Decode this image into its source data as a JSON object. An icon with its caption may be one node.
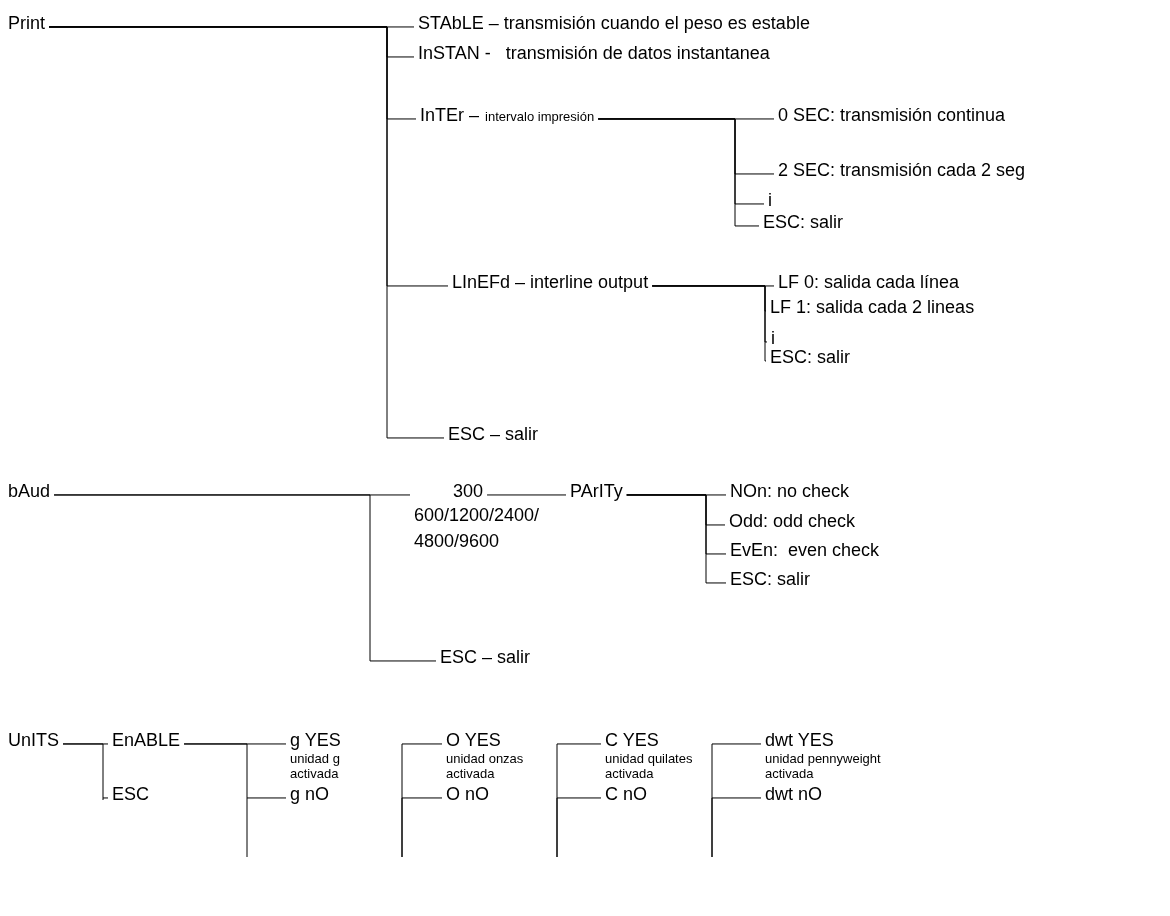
{
  "diagram": {
    "nodes": [
      {
        "text": [
          "Print"
        ]
      },
      {
        "text": [
          "STAbLE – transmisión cuando el peso es estable"
        ]
      },
      {
        "text": [
          "InSTAN -   transmisión de datos instantanea"
        ]
      },
      {
        "text": [
          "InTEr –",
          "intervalo impresión"
        ]
      },
      {
        "text": [
          "0 SEC: transmisión continua"
        ]
      },
      {
        "text": [
          "2 SEC: transmisión cada 2 seg"
        ]
      },
      {
        "text": [
          "i"
        ]
      },
      {
        "text": [
          "ESC: salir"
        ]
      },
      {
        "text": [
          "LInEFd – interline output"
        ]
      },
      {
        "text": [
          "LF 0: salida cada línea"
        ]
      },
      {
        "text": [
          "LF 1: salida cada 2 lineas"
        ]
      },
      {
        "text": [
          "i"
        ]
      },
      {
        "text": [
          "ESC: salir"
        ]
      },
      {
        "text": [
          "ESC – salir"
        ]
      },
      {
        "text": [
          "bAud"
        ]
      },
      {
        "text": [
          "300",
          "600/1200/2400/ 4800/9600"
        ]
      },
      {
        "text": [
          "PArITy"
        ]
      },
      {
        "text": [
          "NOn: no check"
        ]
      },
      {
        "text": [
          "Odd: odd check"
        ]
      },
      {
        "text": [
          "EvEn:  even check"
        ]
      },
      {
        "text": [
          "ESC: salir"
        ]
      },
      {
        "text": [
          "ESC – salir"
        ]
      },
      {
        "text": [
          "UnITS"
        ]
      },
      {
        "text": [
          "EnABLE"
        ]
      },
      {
        "text": [
          "ESC"
        ]
      },
      {
        "text": [
          "g YES",
          "unidad g activada"
        ]
      },
      {
        "text": [
          "g nO"
        ]
      },
      {
        "text": [
          "O YES",
          "unidad onzas activada"
        ]
      },
      {
        "text": [
          "O nO"
        ]
      },
      {
        "text": [
          "C YES",
          "unidad quilates activada"
        ]
      },
      {
        "text": [
          "C nO"
        ]
      },
      {
        "text": [
          "dwt YES",
          "unidad pennyweight activada"
        ]
      },
      {
        "text": [
          "dwt nO"
        ]
      }
    ],
    "edges": [
      {
        "from": 0,
        "to": 1,
        "arrow": "none"
      },
      {
        "from": 0,
        "to": 2,
        "arrow": "none"
      },
      {
        "from": 0,
        "to": 3,
        "arrow": "none"
      },
      {
        "from": 0,
        "to": 8,
        "arrow": "none"
      },
      {
        "from": 0,
        "to": 13,
        "arrow": "none"
      },
      {
        "from": 3,
        "to": 4,
        "arrow": "none"
      },
      {
        "from": 3,
        "to": 5,
        "arrow": "none"
      },
      {
        "from": 3,
        "to": 6,
        "arrow": "none"
      },
      {
        "from": 3,
        "to": 7,
        "arrow": "none"
      },
      {
        "from": 8,
        "to": 9,
        "arrow": "none"
      },
      {
        "from": 8,
        "to": 10,
        "arrow": "none"
      },
      {
        "from": 8,
        "to": 11,
        "arrow": "none"
      },
      {
        "from": 8,
        "to": 12,
        "arrow": "none"
      },
      {
        "from": 14,
        "to": 15,
        "arrow": "none"
      },
      {
        "from": 14,
        "to": 21,
        "arrow": "none"
      },
      {
        "from": 15,
        "to": 16,
        "arrow": "none"
      },
      {
        "from": 16,
        "to": 17,
        "arrow": "none"
      },
      {
        "from": 16,
        "to": 18,
        "arrow": "none"
      },
      {
        "from": 16,
        "to": 19,
        "arrow": "none"
      },
      {
        "from": 16,
        "to": 20,
        "arrow": "none"
      },
      {
        "from": 22,
        "to": 23,
        "arrow": "none"
      },
      {
        "from": 22,
        "to": 24,
        "arrow": "none"
      },
      {
        "from": 23,
        "to": 25,
        "arrow": "none"
      },
      {
        "from": 23,
        "to": 26,
        "arrow": "none"
      },
      {
        "from": null,
        "to": 27,
        "arrow": "none"
      },
      {
        "from": null,
        "to": 28,
        "arrow": "none"
      },
      {
        "from": null,
        "to": 29,
        "arrow": "none"
      },
      {
        "from": null,
        "to": 30,
        "arrow": "none"
      },
      {
        "from": null,
        "to": 31,
        "arrow": "none"
      },
      {
        "from": null,
        "to": 32,
        "arrow": "none"
      }
    ]
  }
}
